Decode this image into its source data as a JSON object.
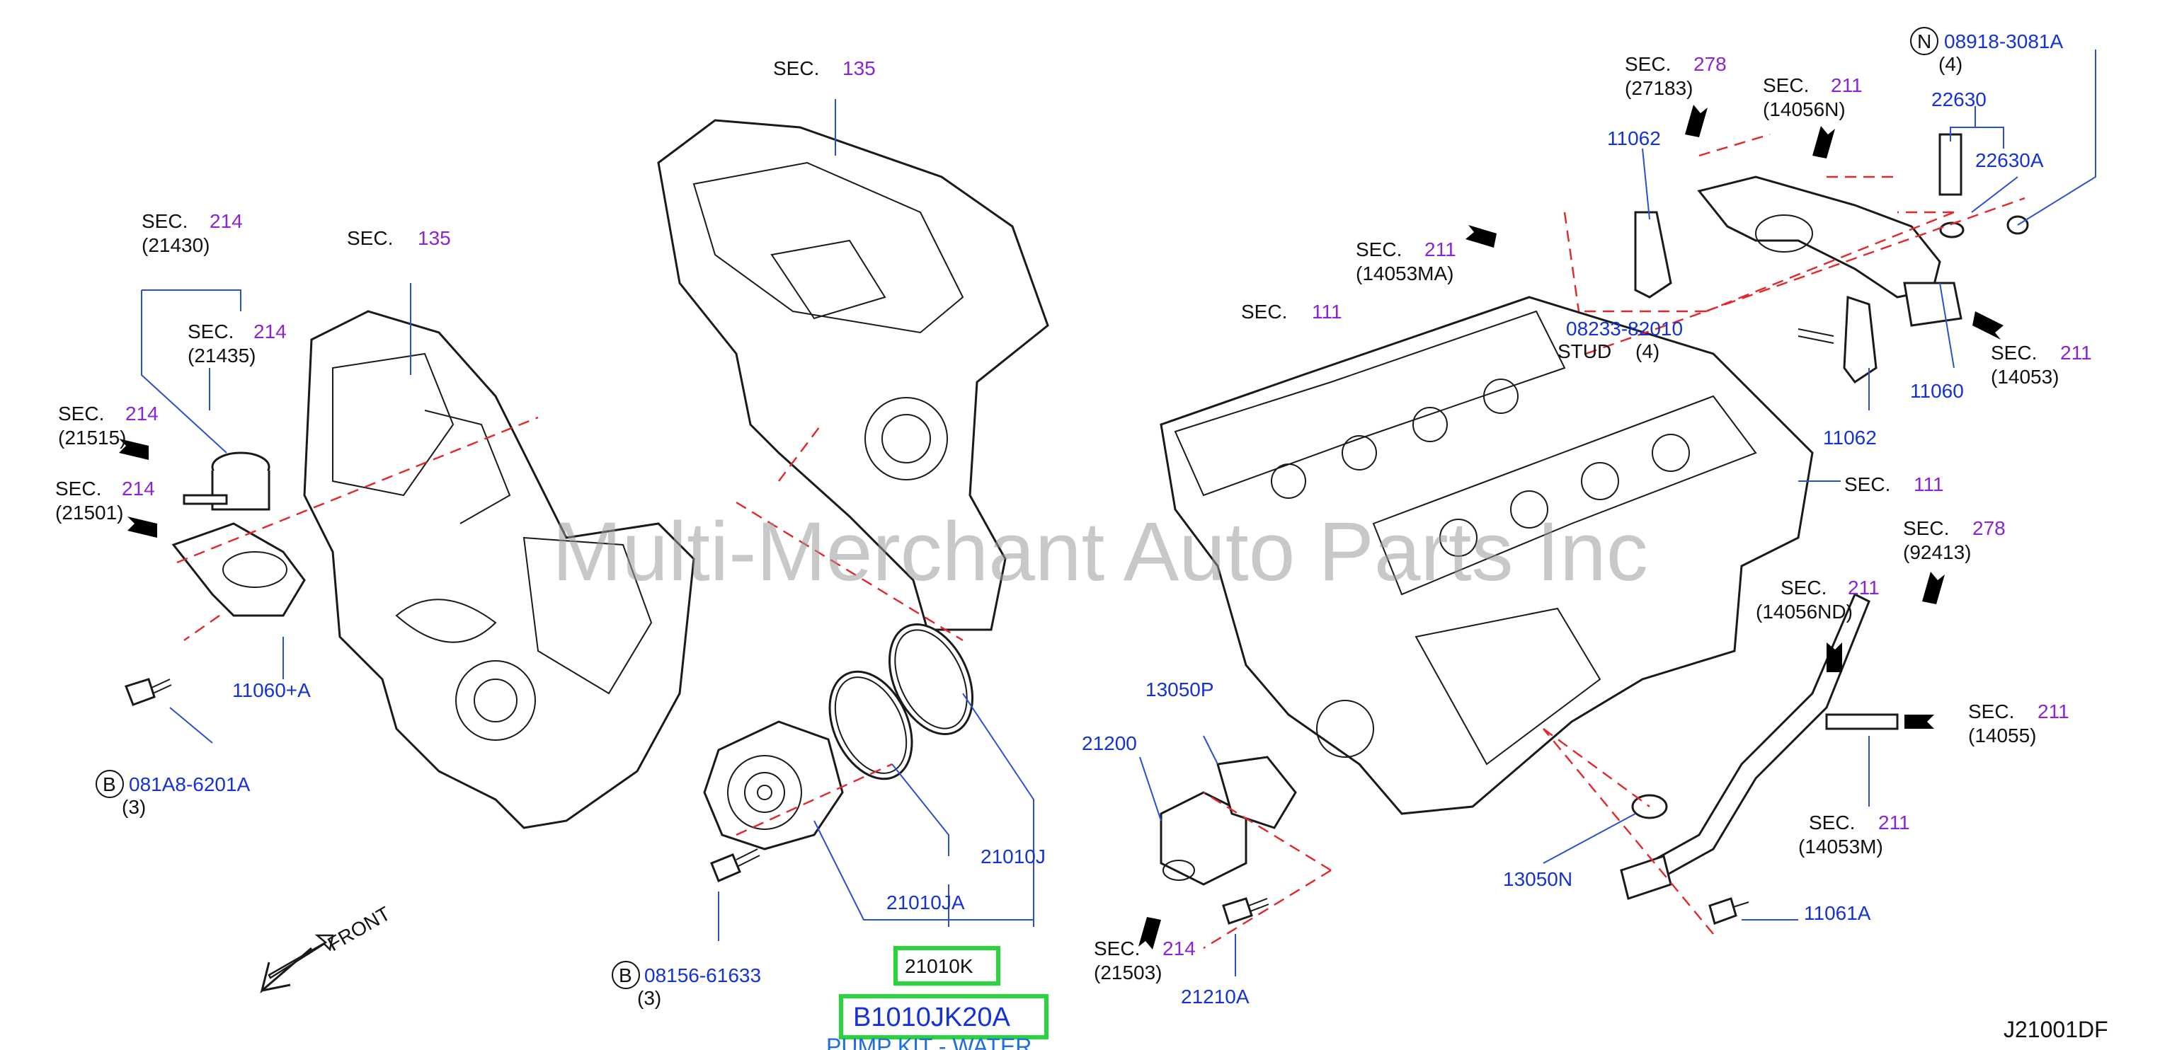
{
  "watermark": "Multi-Merchant Auto Parts Inc",
  "diagram_code": "J21001DF",
  "front_label": "FRONT",
  "highlight": {
    "part": "21010K",
    "kit_number": "B1010JK20A",
    "kit_description": "PUMP KIT - WATER"
  },
  "colors": {
    "part_number": "#1432d8",
    "section_ref": "#8a24d8",
    "highlight": "#29d33a",
    "guide_line": "#e3262a"
  },
  "labels": {
    "sec": "SEC.",
    "s135a": "135",
    "s135b": "135",
    "s214_21430": "214",
    "n21430": "(21430)",
    "s214_21435": "214",
    "n21435": "(21435)",
    "s214_21515": "214",
    "n21515": "(21515)",
    "s214_21501": "214",
    "n21501": "(21501)",
    "p11060a": "11060+A",
    "bolt_b1": "081A8-6201A",
    "qty_b1": "(3)",
    "bolt_b2": "08156-61633",
    "qty_b2": "(3)",
    "p21010j": "21010J",
    "p21010ja": "21010JA",
    "s278_27183": "278",
    "n27183": "(27183)",
    "s211_14056n": "211",
    "n14056n": "(14056N)",
    "nut": "08918-3081A",
    "qty_nut": "(4)",
    "p22630": "22630",
    "p22630a": "22630A",
    "p11062a": "11062",
    "s211_14053ma": "211",
    "n14053ma": "(14053MA)",
    "s111a": "111",
    "stud_pn": "08233-82010",
    "stud": "STUD",
    "qty_stud": "(4)",
    "p11062b": "11062",
    "p11060": "11060",
    "s211_14053": "211",
    "n14053": "(14053)",
    "s111b": "111",
    "s278_92413": "278",
    "n92413": "(92413)",
    "s211_14056nd": "211",
    "n14056nd": "(14056ND)",
    "s211_14055": "211",
    "n14055": "(14055)",
    "s211_14053m": "211",
    "n14053m": "(14053M)",
    "p13050p": "13050P",
    "p21200": "21200",
    "p13050n": "13050N",
    "p11061a": "11061A",
    "s214_21503": "214",
    "n21503": "(21503)",
    "p21210a": "21210A",
    "circle_b": "B",
    "circle_n": "N"
  }
}
